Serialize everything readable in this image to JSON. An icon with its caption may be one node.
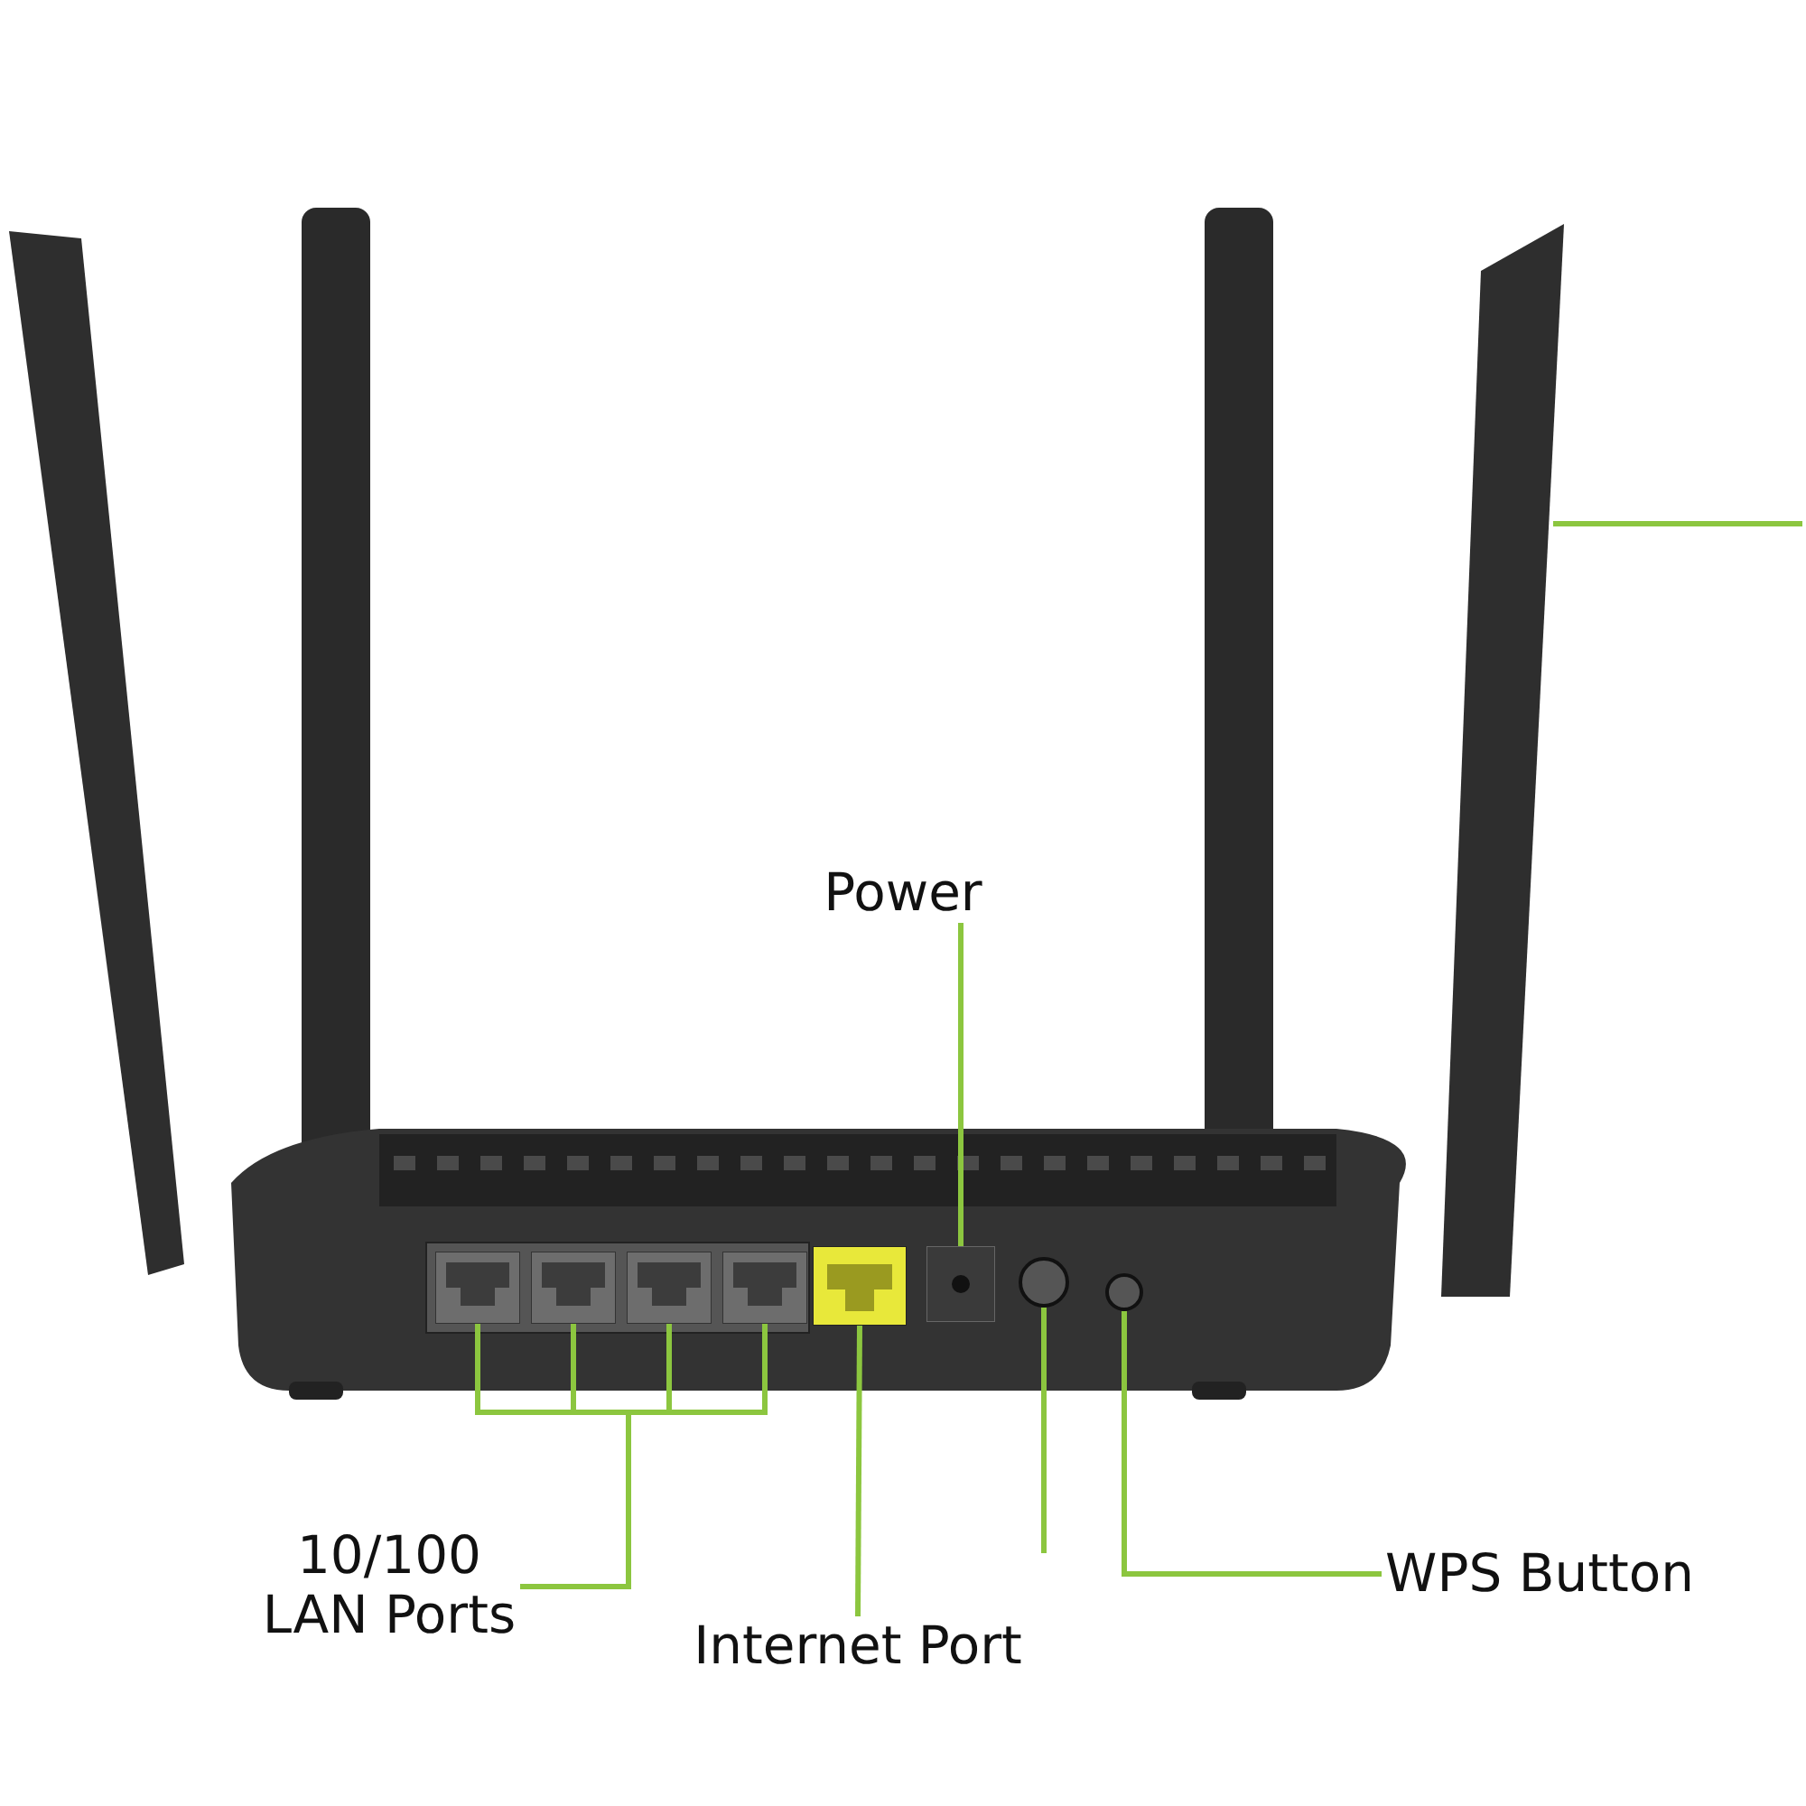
{
  "diagram": {
    "nodes": [
      {
        "text": [
          "Power"
        ]
      },
      {
        "text": [
          "10/100 LAN Ports"
        ]
      },
      {
        "text": [
          "Internet Port"
        ]
      },
      {
        "text": [
          "WPS Button"
        ]
      },
      {
        "text": [],
        "shape": "box"
      },
      {
        "text": [],
        "shape": "box"
      },
      {
        "text": [],
        "shape": "box"
      },
      {
        "text": [],
        "shape": "box"
      },
      {
        "text": [],
        "shape": "box"
      },
      {
        "text": [],
        "shape": "box"
      },
      {
        "text": [],
        "shape": "circle"
      },
      {
        "text": [],
        "shape": "circle"
      },
      {
        "text": [],
        "shape": "bar"
      }
    ],
    "edges": [
      {
        "from": 0,
        "to": 9,
        "arrow": "none"
      },
      {
        "from": 1,
        "to": 4,
        "arrow": "none"
      },
      {
        "from": 1,
        "to": 5,
        "arrow": "none"
      },
      {
        "from": 1,
        "to": 6,
        "arrow": "none"
      },
      {
        "from": 1,
        "to": 7,
        "arrow": "none"
      },
      {
        "from": 2,
        "to": 8,
        "arrow": "none"
      },
      {
        "from": null,
        "to": 10,
        "arrow": "none"
      },
      {
        "from": 3,
        "to": 11,
        "arrow": "none"
      },
      {
        "from": null,
        "to": 12,
        "arrow": "none"
      }
    ]
  }
}
